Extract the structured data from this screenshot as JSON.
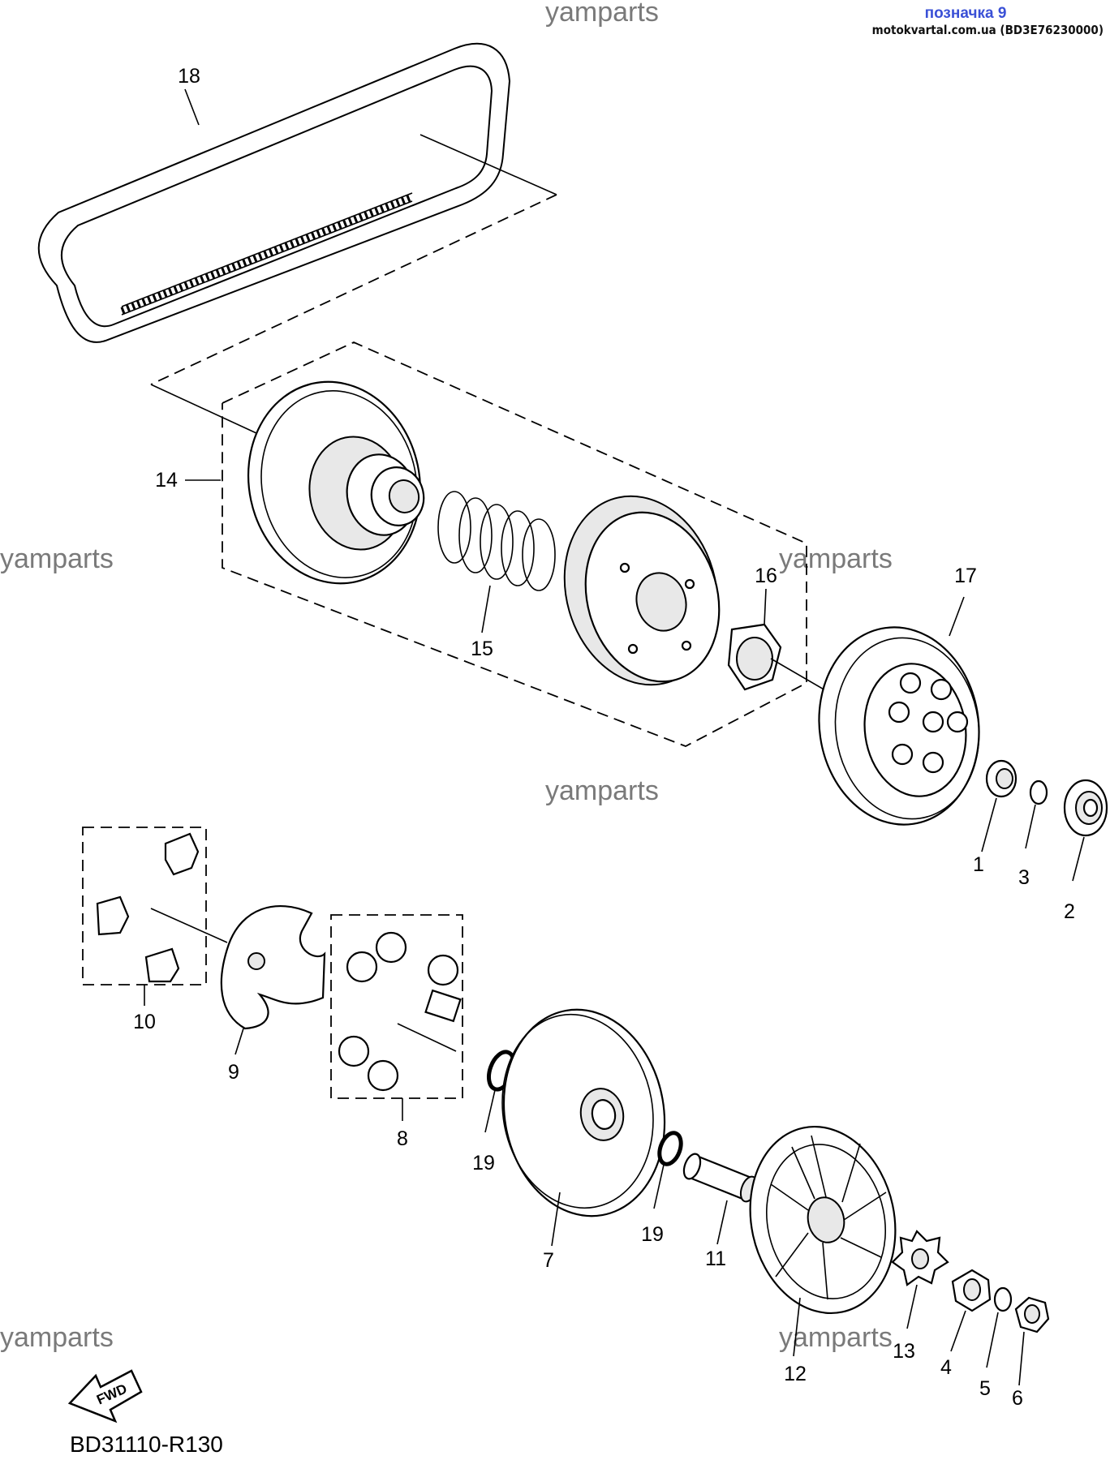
{
  "header": {
    "badge": "позначка 9",
    "source": "motokvartal.com.ua (BD3E76230000)"
  },
  "watermarks": [
    "yamparts",
    "yamparts",
    "yamparts",
    "yamparts",
    "yamparts",
    "yamparts"
  ],
  "callouts": [
    "18",
    "14",
    "15",
    "16",
    "17",
    "1",
    "3",
    "2",
    "10",
    "9",
    "8",
    "19",
    "7",
    "19",
    "11",
    "12",
    "13",
    "4",
    "5",
    "6"
  ],
  "footer": {
    "fwd_label": "FWD",
    "diagram_code": "BD31110-R130"
  }
}
